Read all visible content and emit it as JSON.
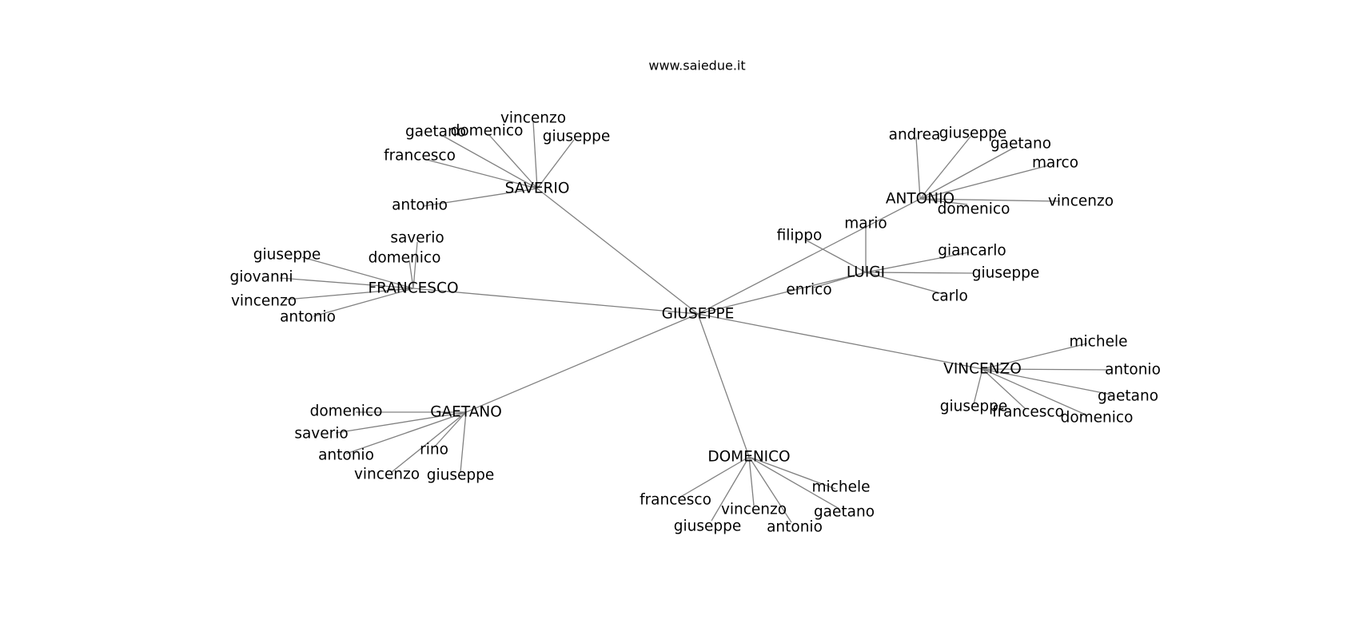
{
  "site": {
    "title": "www.saiedue.it"
  },
  "root": "GIUSEPPE",
  "groups": [
    {
      "hub": "SAVERIO",
      "children": [
        "vincenzo",
        "gaetano",
        "domenico",
        "giuseppe",
        "francesco",
        "antonio"
      ]
    },
    {
      "hub": "ANTONIO",
      "children": [
        "andrea",
        "giuseppe",
        "gaetano",
        "marco",
        "vincenzo",
        "domenico"
      ]
    },
    {
      "hub": "FRANCESCO",
      "children": [
        "saverio",
        "domenico",
        "giuseppe",
        "giovanni",
        "vincenzo",
        "antonio"
      ]
    },
    {
      "hub": "LUIGI",
      "children": [
        "mario",
        "filippo",
        "giancarlo",
        "giuseppe",
        "enrico",
        "carlo"
      ]
    },
    {
      "hub": "VINCENZO",
      "children": [
        "michele",
        "antonio",
        "gaetano",
        "giuseppe",
        "francesco",
        "domenico"
      ]
    },
    {
      "hub": "GAETANO",
      "children": [
        "domenico",
        "saverio",
        "antonio",
        "rino",
        "vincenzo",
        "giuseppe"
      ]
    },
    {
      "hub": "DOMENICO",
      "children": [
        "michele",
        "francesco",
        "vincenzo",
        "gaetano",
        "giuseppe",
        "antonio"
      ]
    }
  ]
}
